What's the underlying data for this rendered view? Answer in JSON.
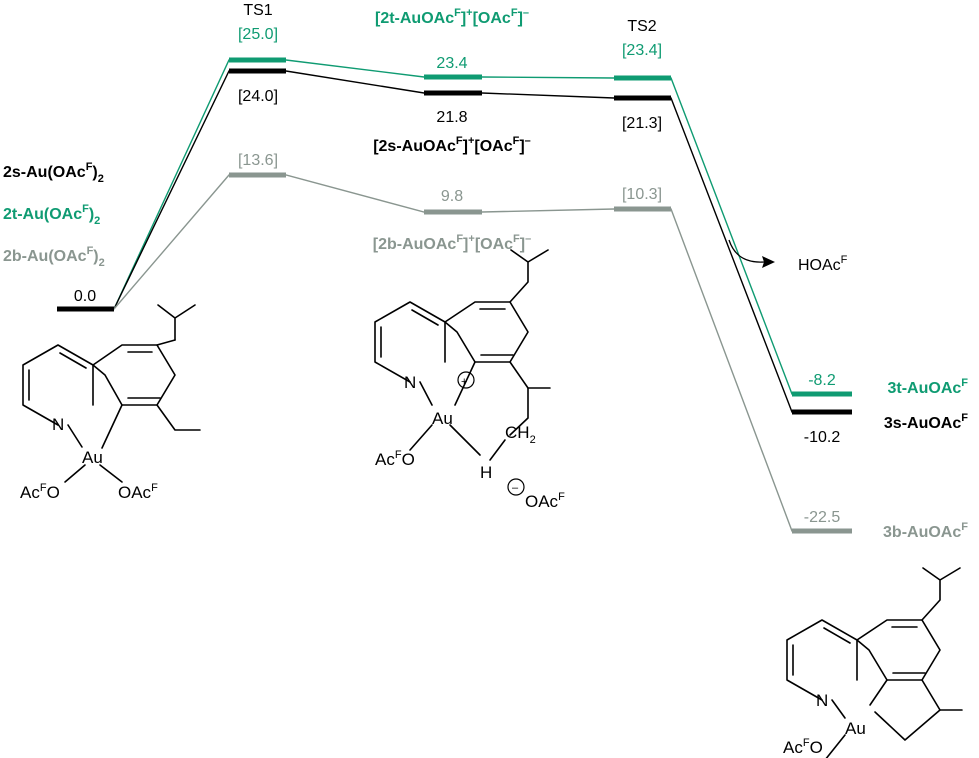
{
  "colors": {
    "s": "#000000",
    "t": "#0f9b72",
    "b": "#8a9690"
  },
  "labels": {
    "ts1": "TS1",
    "ts2": "TS2",
    "hoac": "HOAc",
    "hoac_sup": "F"
  },
  "legend": {
    "s": {
      "prefix": "2s-Au(OAc",
      "sup": "F",
      "suffix": ")",
      "sub": "2"
    },
    "t": {
      "prefix": "2t-Au(OAc",
      "sup": "F",
      "suffix": ")",
      "sub": "2"
    },
    "b": {
      "prefix": "2b-Au(OAc",
      "sup": "F",
      "suffix": ")",
      "sub": "2"
    }
  },
  "intermediates": {
    "t": {
      "a": "[2t-AuOAc",
      "sup1": "F",
      "b": "]",
      "sup2": "+",
      "c": "[OAc",
      "sup3": "F",
      "d": "]",
      "sup4": "–"
    },
    "s": {
      "a": "[2s-AuOAc",
      "sup1": "F",
      "b": "]",
      "sup2": "+",
      "c": "[OAc",
      "sup3": "F",
      "d": "]",
      "sup4": "–"
    },
    "b": {
      "a": "[2b-AuOAc",
      "sup1": "F",
      "b": "]",
      "sup2": "+",
      "c": "[OAc",
      "sup3": "F",
      "d": "]",
      "sup4": "–"
    }
  },
  "products": {
    "t": {
      "name": "3t-AuOAc",
      "sup": "F"
    },
    "s": {
      "name": "3s-AuOAc",
      "sup": "F"
    },
    "b": {
      "name": "3b-AuOAc",
      "sup": "F"
    }
  },
  "energies": {
    "start": "0.0",
    "ts1_t": "[25.0]",
    "ts1_s": "[24.0]",
    "ts1_b": "[13.6]",
    "int_t": "23.4",
    "int_s": "21.8",
    "int_b": "9.8",
    "ts2_t": "[23.4]",
    "ts2_s": "[21.3]",
    "ts2_b": "[10.3]",
    "prod_t": "-8.2",
    "prod_s": "-10.2",
    "prod_b": "-22.5"
  },
  "structures": {
    "s1": {
      "n": "N",
      "au": "Au",
      "oac1a": "Ac",
      "oac1s": "F",
      "oac1b": "O",
      "oac2a": "OAc",
      "oac2s": "F"
    },
    "s2": {
      "n": "N",
      "au": "Au",
      "plus": "+",
      "minus": "–",
      "oac1a": "Ac",
      "oac1s": "F",
      "oac1b": "O",
      "h": "H",
      "ch2a": "CH",
      "ch2s": "2",
      "oacma": "OAc",
      "oacms": "F"
    },
    "s3": {
      "n": "N",
      "au": "Au",
      "oac1a": "Ac",
      "oac1s": "F",
      "oac1b": "O"
    }
  }
}
